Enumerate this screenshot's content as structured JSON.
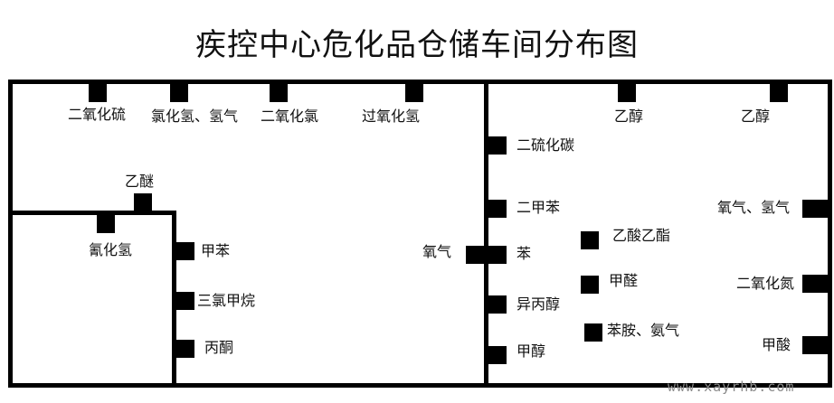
{
  "title": "疾控中心危化品仓储车间分布图",
  "watermark": "www.xayrhb.com",
  "left_room": {
    "top_wall": [
      "二氧化硫",
      "氯化氢、氢气",
      "二氧化氯",
      "过氧化氢"
    ],
    "ether": "乙醚",
    "small_room": "氰化氢",
    "inner_wall": [
      "甲苯",
      "三氯甲烷",
      "丙酮"
    ],
    "divider": "氧气"
  },
  "right_room": {
    "top_wall": [
      "乙醇",
      "乙醇"
    ],
    "left_wall": [
      "二硫化碳",
      "二甲苯",
      "苯",
      "异丙醇",
      "甲醇"
    ],
    "center": [
      "乙酸乙酯",
      "甲醛",
      "苯胺、氨气"
    ],
    "right_wall": [
      "氧气、氢气",
      "二氧化氮",
      "甲酸"
    ]
  }
}
